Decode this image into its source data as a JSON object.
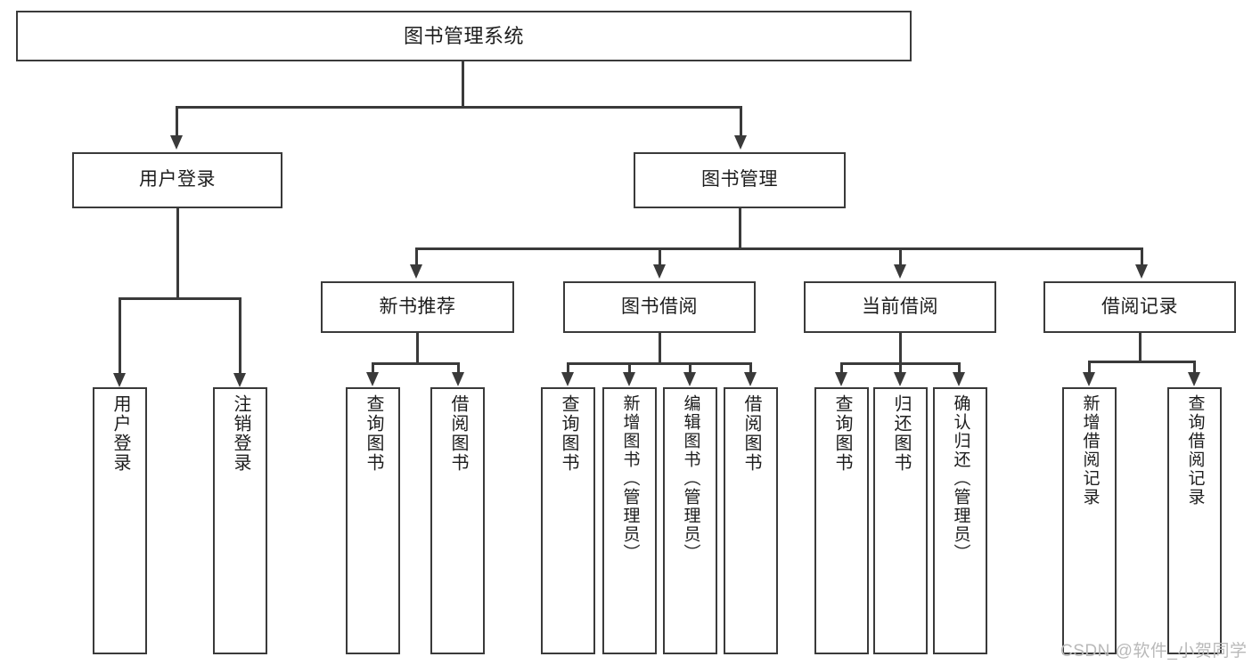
{
  "diagram": {
    "title": "图书管理系统",
    "type": "tree-hierarchy",
    "root": {
      "id": "root",
      "label": "图书管理系统"
    },
    "level1": [
      {
        "id": "user-login",
        "label": "用户登录"
      },
      {
        "id": "book-manage",
        "label": "图书管理"
      }
    ],
    "level2": [
      {
        "id": "new-book-rec",
        "label": "新书推荐",
        "parent": "book-manage"
      },
      {
        "id": "book-borrow",
        "label": "图书借阅",
        "parent": "book-manage"
      },
      {
        "id": "current-borrow",
        "label": "当前借阅",
        "parent": "book-manage"
      },
      {
        "id": "borrow-record",
        "label": "借阅记录",
        "parent": "book-manage"
      }
    ],
    "leaves": {
      "user-login": [
        {
          "id": "leaf-user-login",
          "label": "用户登录"
        },
        {
          "id": "leaf-user-logout",
          "label": "注销登录"
        }
      ],
      "new-book-rec": [
        {
          "id": "leaf-query-book-1",
          "label": "查询图书"
        },
        {
          "id": "leaf-borrow-book-1",
          "label": "借阅图书"
        }
      ],
      "book-borrow": [
        {
          "id": "leaf-query-book-2",
          "label": "查询图书"
        },
        {
          "id": "leaf-add-book",
          "label": "新增图书（管理员）"
        },
        {
          "id": "leaf-edit-book",
          "label": "编辑图书（管理员）"
        },
        {
          "id": "leaf-borrow-book-2",
          "label": "借阅图书"
        }
      ],
      "current-borrow": [
        {
          "id": "leaf-query-book-3",
          "label": "查询图书"
        },
        {
          "id": "leaf-return-book",
          "label": "归还图书"
        },
        {
          "id": "leaf-confirm-return",
          "label": "确认归还（管理员）"
        }
      ],
      "borrow-record": [
        {
          "id": "leaf-add-record",
          "label": "新增借阅记录"
        },
        {
          "id": "leaf-query-record",
          "label": "查询借阅记录"
        }
      ]
    }
  },
  "watermark": {
    "text": "CSDN @软件_小贺同学"
  },
  "colors": {
    "stroke": "#3a3a3a",
    "background": "#ffffff",
    "text": "#1d1d1d",
    "watermark": "#b9b9b9"
  }
}
